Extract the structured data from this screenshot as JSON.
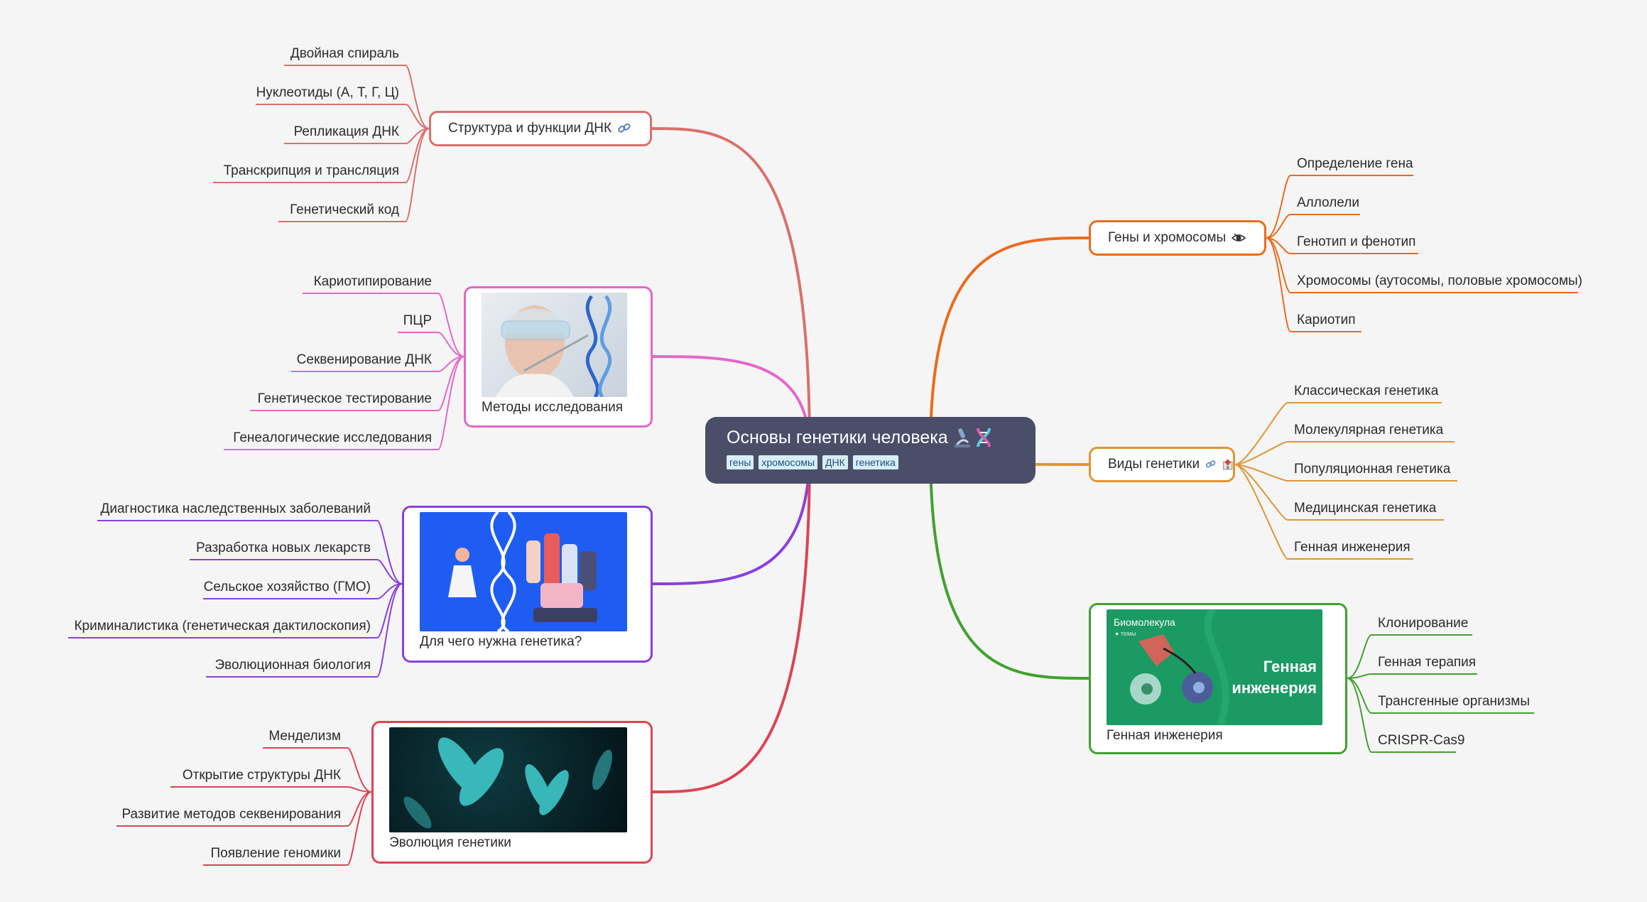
{
  "central": {
    "title": "Основы генетики человека",
    "icons": [
      "microscope-icon",
      "dna-icon"
    ],
    "tags": [
      "гены",
      "хромосомы",
      "ДНК",
      "генетика"
    ]
  },
  "branches": [
    {
      "id": "dna",
      "label": "Структура и функции ДНК",
      "icons": [
        "link-icon"
      ],
      "color": "#d9706d",
      "children": [
        "Двойная спираль",
        "Нуклеотиды (А, Т, Г, Ц)",
        "Репликация ДНК",
        "Транскрипция и трансляция",
        "Генетический код"
      ]
    },
    {
      "id": "methods",
      "label": "Методы исследования",
      "image": "scientist-dna-photo",
      "color": "#e467c8",
      "children": [
        "Кариотипирование",
        "ПЦР",
        "Секвенирование ДНК",
        "Генетическое тестирование",
        "Генеалогические исследования"
      ]
    },
    {
      "id": "purpose",
      "label": "Для чего нужна генетика?",
      "image": "family-dna-illustration",
      "color": "#8a3fdc",
      "children": [
        "Диагностика наследственных заболеваний",
        "Разработка новых лекарств",
        "Сельское хозяйство (ГМО)",
        "Криминалистика (генетическая дактилоскопия)",
        "Эволюционная биология"
      ]
    },
    {
      "id": "evolution",
      "label": "Эволюция генетики",
      "image": "chromosomes-photo",
      "color": "#dd4454",
      "children": [
        "Менделизм",
        "Открытие структуры ДНК",
        "Развитие методов секвенирования",
        "Появление геномики"
      ]
    },
    {
      "id": "genes",
      "label": "Гены и хромосомы",
      "icons": [
        "eye-icon"
      ],
      "color": "#ec6b1c",
      "children": [
        "Определение гена",
        "Аллолели",
        "Генотип и фенотип",
        "Хромосомы (аутосомы, половые хромосомы)",
        "Кариотип"
      ]
    },
    {
      "id": "types",
      "label": "Виды генетики",
      "icons": [
        "link-icon",
        "hospital-icon"
      ],
      "color": "#df9533",
      "children": [
        "Классическая генетика",
        "Молекулярная генетика",
        "Популяционная генетика",
        "Медицинская генетика",
        "Генная инженерия"
      ]
    },
    {
      "id": "engineering",
      "label": "Генная инженерия",
      "image": "biomolecula-cover",
      "image_text": {
        "brand": "Биомолекула",
        "sub": "● темы",
        "title_line1": "Генная",
        "title_line2": "инженерия"
      },
      "color": "#41a12f",
      "children": [
        "Клонирование",
        "Генная терапия",
        "Трансгенные организмы",
        "CRISPR-Cas9"
      ]
    }
  ]
}
